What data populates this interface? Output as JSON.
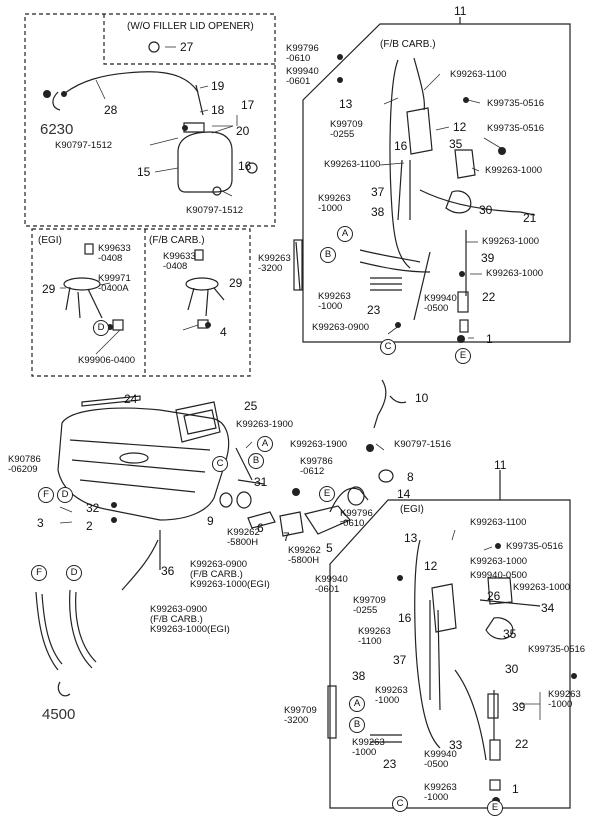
{
  "headers": {
    "wo_filler_lid_opener": "(W/O FILLER LID OPENER)",
    "fb_carb_top": "(F/B CARB.)",
    "egi_left": "(EGI)",
    "fb_carb_left": "(F/B CARB.)",
    "egi_bottom": "(EGI)"
  },
  "group_numbers": {
    "top": "11",
    "bottom": "11"
  },
  "assembly_numbers": {
    "fuel_door": "6230",
    "hoses": "4500"
  },
  "circle_markers": [
    "A",
    "B",
    "C",
    "D",
    "E",
    "F"
  ],
  "part_numbers": {
    "p1": "1",
    "p2": "2",
    "p3": "3",
    "p4": "4",
    "p5": "5",
    "p6": "6",
    "p7": "7",
    "p8": "8",
    "p9": "9",
    "p10": "10",
    "p12": "12",
    "p13": "13",
    "p14": "14",
    "p15": "15",
    "p16": "16",
    "p17": "17",
    "p18": "18",
    "p19": "19",
    "p20": "20",
    "p21": "21",
    "p22": "22",
    "p23": "23",
    "p24": "24",
    "p25": "25",
    "p26": "26",
    "p27": "27",
    "p28": "28",
    "p29": "29",
    "p30": "30",
    "p31": "31",
    "p32": "32",
    "p33": "33",
    "p34": "34",
    "p35": "35",
    "p36": "36",
    "p37": "37",
    "p38": "38",
    "p39": "39"
  },
  "codes": {
    "k90797_1512": "K90797-1512",
    "k99796_0610": "K99796\n-0610",
    "k99940_0601": "K99940\n-0601",
    "k99263_1100": "K99263-1100",
    "k99735_0516": "K99735-0516",
    "k99709_0255": "K99709\n-0255",
    "k99263_1000": "K99263-1000",
    "k99263_1000_stack": "K99263\n-1000",
    "k99940_0500": "K99940\n-0500",
    "k99263_0900": "K99263-0900",
    "k99263_3200": "K99263\n-3200",
    "k99709_3200": "K99709\n-3200",
    "k99633_0408": "K99633\n-0408",
    "k99971_0400a": "K99971\n-0400A",
    "k99906_0400": "K99906-0400",
    "k99263_1900": "K99263-1900",
    "k90786_06209": "K90786\n-06209",
    "k90797_1516": "K90797-1516",
    "k99786_0612": "K99786\n-0612",
    "k99262_5800h": "K99262\n-5800H",
    "k99263_0900_fb_egi": "K99263-0900\n(F/B CARB.)\nK99263-1000(EGI)",
    "k99263_1100_stack": "K99263\n-1100",
    "k99940_0500_code": "K99940-0500",
    "k99263_1000_dup": "K99263-1000"
  }
}
